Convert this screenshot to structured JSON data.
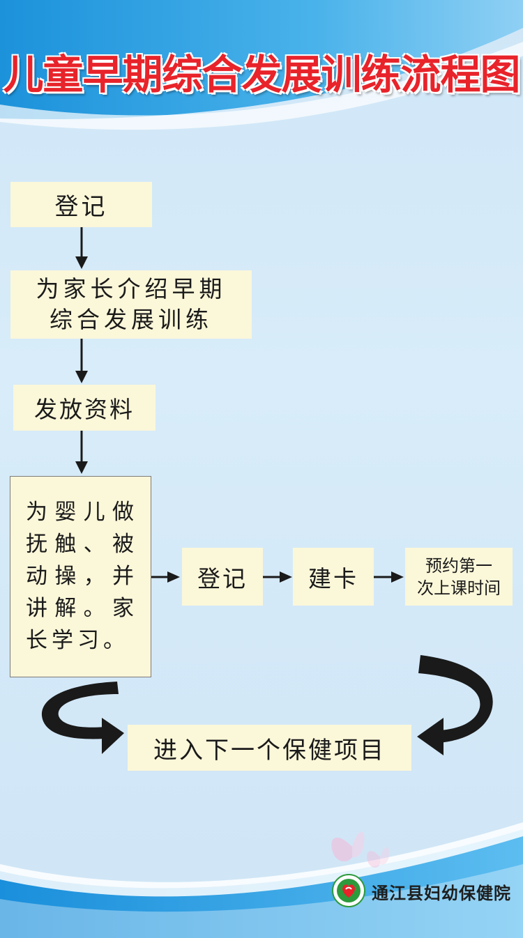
{
  "title": "儿童早期综合发展训练流程图",
  "flow": {
    "register": "登记",
    "intro_line1": "为家长介绍早期",
    "intro_line2": "综合发展训练",
    "material": "发放资料",
    "baby": "为婴儿做抚触、被动操，并讲解。家长学习。",
    "register2": "登记",
    "card": "建卡",
    "appoint_line1": "预约第一",
    "appoint_line2": "次上课时间",
    "next": "进入下一个保健项目"
  },
  "footer": {
    "org": "通江县妇幼保健院"
  },
  "colors": {
    "title": "#e8232a",
    "box_fill": "#fbf7d9",
    "wave_blue": "#1f9be0",
    "background": "#d8ecf9"
  }
}
